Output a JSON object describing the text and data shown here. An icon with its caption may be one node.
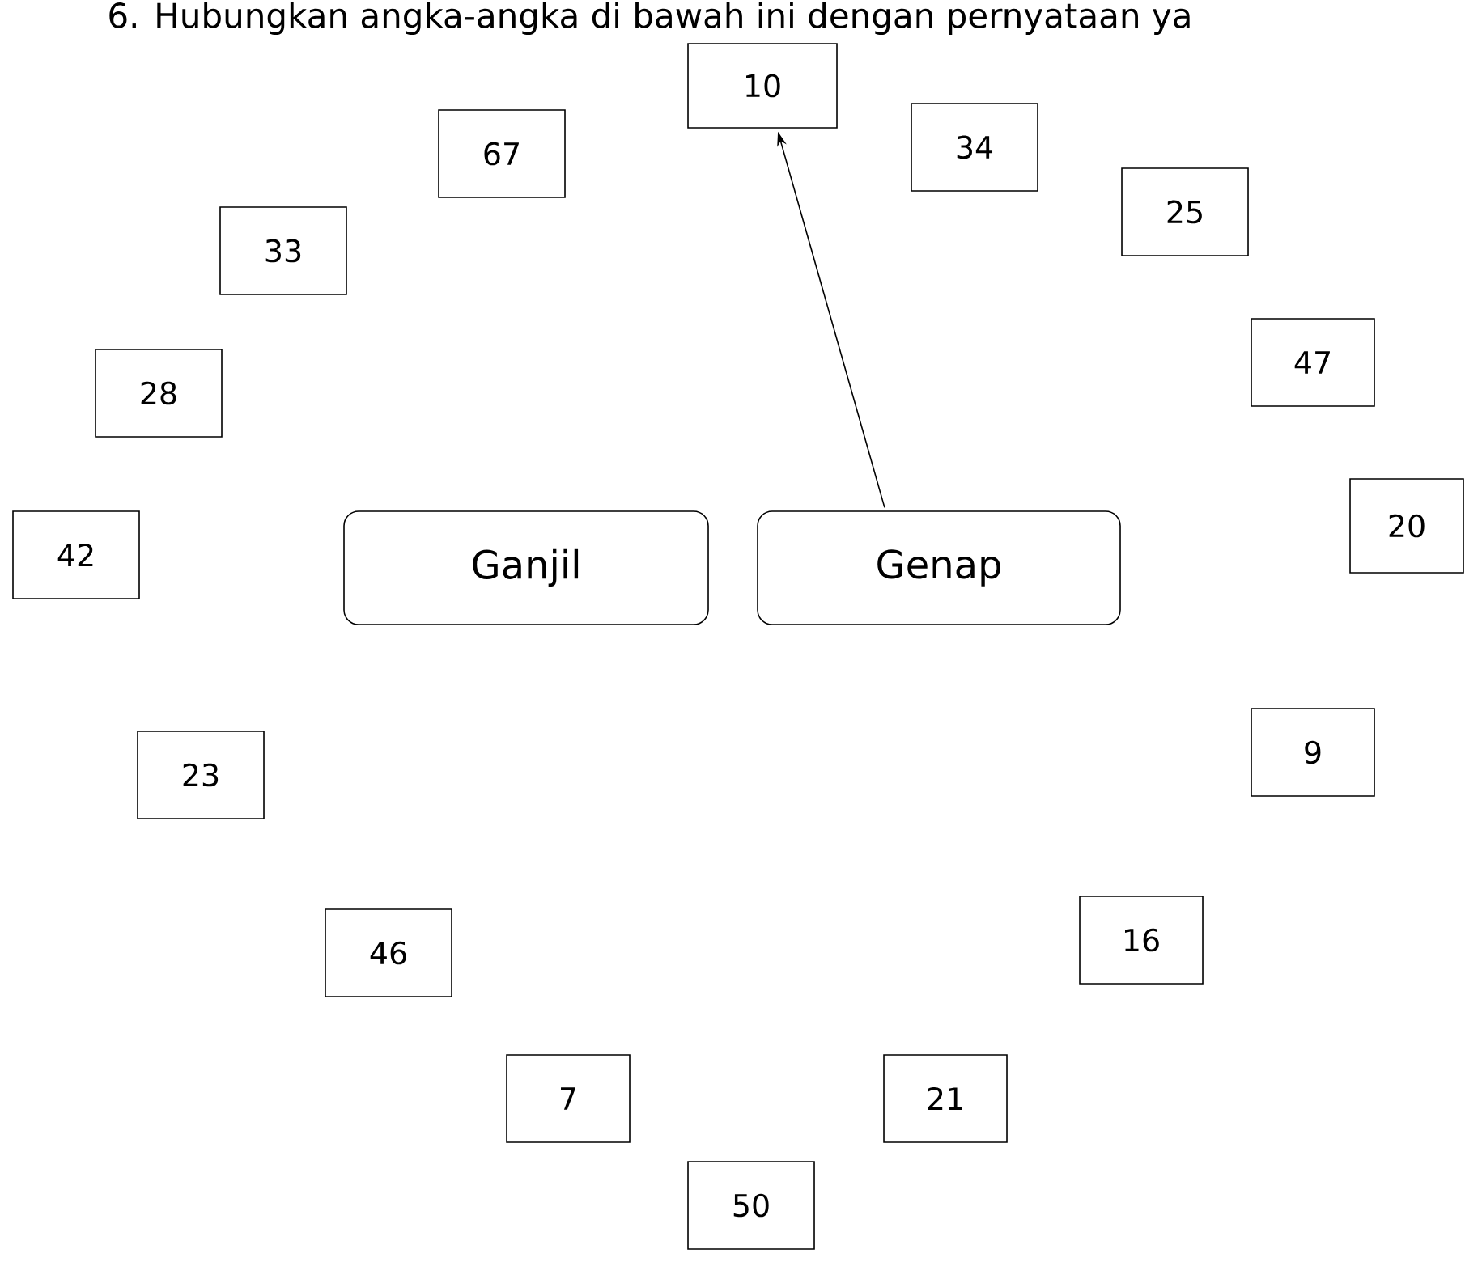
{
  "diagram": {
    "title": "6. Hubungkan angka-angka di bawah ini dengan pernyataan ya",
    "nodes": [
      {
        "text": [
          "10"
        ]
      },
      {
        "text": [
          "67"
        ]
      },
      {
        "text": [
          "34"
        ]
      },
      {
        "text": [
          "25"
        ]
      },
      {
        "text": [
          "33"
        ]
      },
      {
        "text": [
          "47"
        ]
      },
      {
        "text": [
          "28"
        ]
      },
      {
        "text": [
          "20"
        ]
      },
      {
        "text": [
          "42"
        ]
      },
      {
        "text": [
          "Ganjil"
        ]
      },
      {
        "text": [
          "Genap"
        ]
      },
      {
        "text": [
          "9"
        ]
      },
      {
        "text": [
          "23"
        ]
      },
      {
        "text": [
          "16"
        ]
      },
      {
        "text": [
          "46"
        ]
      },
      {
        "text": [
          "7"
        ]
      },
      {
        "text": [
          "21"
        ]
      },
      {
        "text": [
          "50"
        ]
      }
    ],
    "edges": [
      {
        "from": 10,
        "to": 0,
        "arrow": "to"
      }
    ]
  }
}
